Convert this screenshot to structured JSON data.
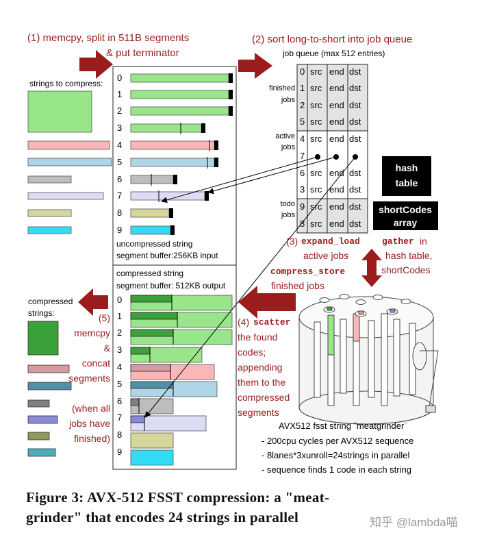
{
  "steps": {
    "s1_line1": "(1) memcpy, split in 511B segments",
    "s1_line2": "& put terminator",
    "s2": "(2) sort long-to-short into job queue",
    "s3_num": "(3)",
    "s3_code1": "expand_load",
    "s3_code2": "gather",
    "s3_in": "in",
    "s3_active": "active jobs",
    "s3_hash": "hash table,",
    "s3_short": "shortCodes",
    "s3_code3": "compress_store",
    "s3_finished": "finished jobs",
    "s4_num": "(4)",
    "s4_code": "scatter",
    "s4_lines": [
      "the found",
      "codes;",
      "appending",
      "them to the",
      "compressed",
      "segments"
    ],
    "s5_lines": [
      "(5)",
      "memcpy",
      "&",
      "concat",
      "segments"
    ],
    "s5_when": [
      "(when all",
      "jobs have",
      "finished)"
    ]
  },
  "left": {
    "strings_to_compress": "strings to compress:",
    "compressed_strings": [
      "compressed",
      "strings:"
    ]
  },
  "input_buffer": {
    "rows": [
      "0",
      "1",
      "2",
      "3",
      "4",
      "5",
      "6",
      "7",
      "8",
      "9"
    ],
    "label1": "uncompressed string",
    "label2": "segment buffer:256KB input"
  },
  "output_buffer": {
    "label1": "compressed string",
    "label2": "segment buffer: 512KB output",
    "rows": [
      "0",
      "1",
      "2",
      "3",
      "4",
      "5",
      "6",
      "7",
      "8",
      "9"
    ]
  },
  "job_queue": {
    "title": "job queue (max 512 entries)",
    "cols": [
      "src",
      "end",
      "dst"
    ],
    "ids": [
      "0",
      "1",
      "2",
      "5",
      "4",
      "7",
      "6",
      "3",
      "9",
      "8"
    ],
    "finished": [
      "finished",
      "jobs"
    ],
    "active": [
      "active",
      "jobs"
    ],
    "todo": [
      "todo",
      "jobs"
    ]
  },
  "hash_table": [
    "hash",
    "table"
  ],
  "short_codes": [
    "shortCodes",
    "array"
  ],
  "grinder": {
    "title": "AVX512 fsst string ¨meatgrinder¨",
    "bullets": [
      "- 200cpu cycles per AVX512 sequence",
      "- 8lanes*3xunroll=24strings in parallel",
      "- sequence finds 1 code in each string"
    ]
  },
  "caption": {
    "line1": "Figure 3:  AVX-512 FSST compression:  a \"meat-",
    "line2": "grinder\" that encodes 24 strings in parallel"
  },
  "watermark": "知乎 @lambda喵",
  "colors": {
    "red": "#9b1c1c",
    "green": "#98e58a",
    "pink": "#fbb6b8",
    "lightblue": "#aed6e6",
    "gray": "#bdbdbd",
    "lavender": "#dcdcf5",
    "khaki": "#d6d69a",
    "cyan": "#33dcf5",
    "dark_green": "#3aa238"
  }
}
